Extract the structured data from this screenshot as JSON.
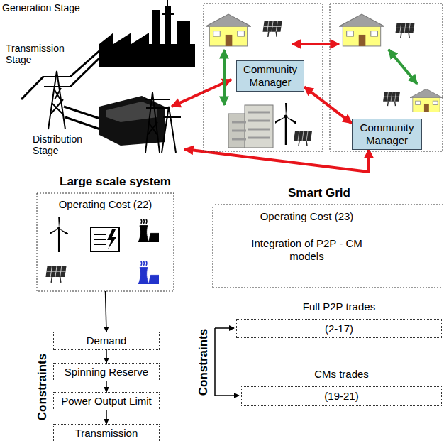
{
  "diagram": {
    "nodes": [
      {
        "text": [
          "Community Manager"
        ]
      },
      {
        "text": [
          "Community Manager"
        ]
      },
      {
        "text": [
          "Operating Cost (22)"
        ]
      },
      {
        "text": [
          "Demand"
        ]
      },
      {
        "text": [
          "Spinning Reserve"
        ]
      },
      {
        "text": [
          "Power Output Limit"
        ]
      },
      {
        "text": [
          "Transmission"
        ]
      },
      {
        "text": [
          "Operating Cost (23)",
          "Integration of P2P - CM models"
        ]
      },
      {
        "text": [
          "Full P2P trades",
          "(2-17)"
        ]
      },
      {
        "text": [
          "CMs trades",
          "(19-21)"
        ]
      }
    ],
    "edges": [
      {
        "from": 0,
        "to": 1,
        "arrow": "both"
      },
      {
        "from": 2,
        "to": 3,
        "arrow": "to"
      },
      {
        "from": 3,
        "to": 4,
        "arrow": "to"
      },
      {
        "from": 4,
        "to": 5,
        "arrow": "to"
      },
      {
        "from": 5,
        "to": 6,
        "arrow": "to"
      }
    ],
    "labels": [
      "Generation Stage",
      "Transmission Stage",
      "Distribution Stage",
      "Large scale system",
      "Smart Grid",
      "Constraints",
      "Constraints"
    ]
  }
}
